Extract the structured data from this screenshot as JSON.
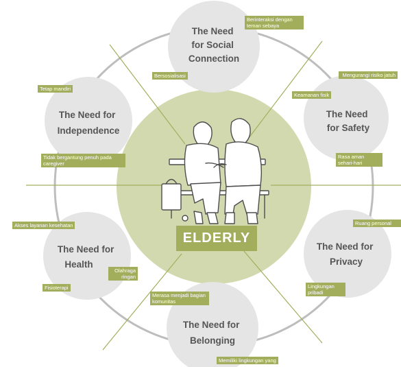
{
  "center": {
    "label": "ELDERLY"
  },
  "needs": [
    {
      "id": "social",
      "title_lines": [
        "The Need",
        "for Social",
        "Connection"
      ],
      "tags": [
        "Berinteraksi dengan teman sebaya",
        "Bersosialisasi"
      ]
    },
    {
      "id": "safety",
      "title_lines": [
        "The Need",
        "for Safety"
      ],
      "tags": [
        "Mengurangi risiko jatuh",
        "Keamanan fisik",
        "Rasa aman sehari-hari"
      ]
    },
    {
      "id": "independence",
      "title_lines": [
        "The Need for",
        "Independence"
      ],
      "tags": [
        "Tetap mandiri",
        "Tidak bergantung penuh pada caregiver"
      ]
    },
    {
      "id": "health",
      "title_lines": [
        "The Need for",
        "Health"
      ],
      "tags": [
        "Akses layanan kesehatan",
        "Olahraga ringan",
        "Fisioterapi"
      ]
    },
    {
      "id": "privacy",
      "title_lines": [
        "The Need for",
        "Privacy"
      ],
      "tags": [
        "Ruang personal",
        "Lingkungan pribadi"
      ]
    },
    {
      "id": "belonging",
      "title_lines": [
        "The Need for",
        "Belonging"
      ],
      "tags": [
        "Merasa menjadi bagian komunitas",
        "Memiliki lingkungan yang"
      ]
    }
  ],
  "colors": {
    "accent": "#a3ae5d",
    "center_circle": "#d3d9af",
    "need_circle": "#e5e5e5",
    "ring": "#bdbdbd",
    "spoke": "#a3ae5d",
    "title_text": "#555555"
  },
  "illustration": {
    "name": "two-elderly-women-on-bench-icon"
  }
}
